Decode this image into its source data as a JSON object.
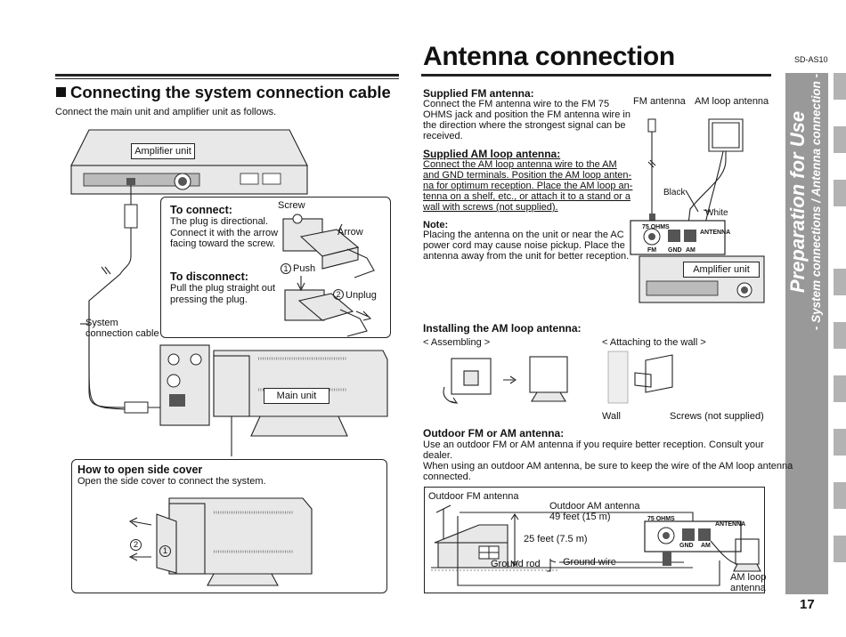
{
  "page": {
    "title": "Antenna connection",
    "model": "SD-AS10",
    "page_number": "17",
    "side_title": "Preparation for Use",
    "side_subtitle": "- System connections / Antenna connection -"
  },
  "left": {
    "heading": "Connecting the system connection cable",
    "intro": "Connect the main unit and amplifier unit as follows.",
    "amp_label": "Amplifier unit",
    "main_label": "Main unit",
    "cable_label_1": "System",
    "cable_label_2": "connection cable",
    "connect": {
      "title": "To connect:",
      "lines": [
        "The plug is directional.",
        "Connect it with the arrow",
        "facing toward the screw."
      ],
      "screw": "Screw",
      "arrow": "Arrow"
    },
    "disconnect": {
      "title": "To disconnect:",
      "lines": [
        "Pull the plug straight out",
        "pressing the plug."
      ],
      "push": "Push",
      "unplug": "Unplug",
      "num1": "1",
      "num2": "2"
    },
    "side_cover": {
      "title": "How to open side cover",
      "text": "Open the side cover to connect the system.",
      "num1": "1",
      "num2": "2"
    }
  },
  "right": {
    "fm": {
      "title": "Supplied FM antenna:",
      "lines": [
        "Connect the FM antenna wire to the FM 75",
        "OHMS jack and position the FM antenna wire in",
        "the direction where the strongest signal can be",
        "received."
      ]
    },
    "am": {
      "title": "Supplied AM loop antenna:",
      "lines": [
        "Connect the AM loop antenna wire to the AM",
        "and GND terminals. Position the AM loop anten-",
        "na for optimum reception. Place the AM loop an-",
        "tenna on a shelf, etc., or attach it to a stand or a",
        "wall with screws (not supplied)."
      ]
    },
    "note": {
      "title": "Note:",
      "lines": [
        "Placing the antenna on the unit or near the AC",
        "power cord may cause noise pickup. Place the",
        "antenna away from the unit for better reception."
      ]
    },
    "diagram": {
      "fm_antenna": "FM antenna",
      "am_loop_antenna": "AM loop antenna",
      "black": "Black",
      "white": "White",
      "ohms": "75 OHMS",
      "antenna": "ANTENNA",
      "fm": "FM",
      "gnd": "GND",
      "am": "AM",
      "amp_label": "Amplifier unit"
    },
    "install": {
      "title": "Installing the AM loop antenna:",
      "assembling": "< Assembling >",
      "attaching": "< Attaching to the wall >",
      "wall": "Wall",
      "screws": "Screws (not supplied)"
    },
    "outdoor": {
      "title": "Outdoor FM or AM antenna:",
      "lines": [
        "Use an outdoor FM or AM antenna if you require better reception. Consult your",
        "dealer.",
        "When using an outdoor AM antenna, be sure to keep the wire of the AM loop antenna",
        "connected."
      ],
      "outdoor_fm": "Outdoor FM antenna",
      "outdoor_am_1": "Outdoor AM antenna",
      "outdoor_am_2": "49 feet (15 m)",
      "height": "25 feet (7.5 m)",
      "ground_rod": "Ground rod",
      "ground_wire": "Ground wire",
      "am_loop_1": "AM loop",
      "am_loop_2": "antenna",
      "ohms": "75 OHMS",
      "antenna": "ANTENNA",
      "gnd": "GND",
      "am": "AM"
    }
  }
}
